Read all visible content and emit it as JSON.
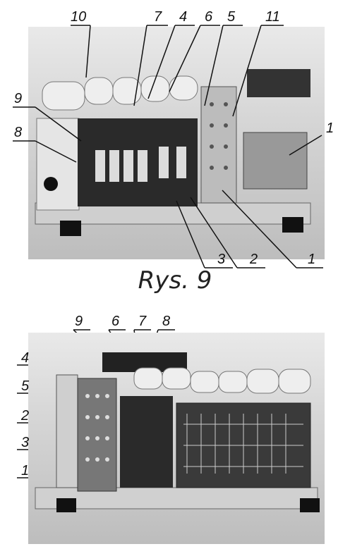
{
  "figure_caption": "Rys. 9",
  "top_photo": {
    "callouts": [
      "10",
      "7",
      "4",
      "6",
      "5",
      "11",
      "9",
      "8",
      "1",
      "3",
      "2",
      "1"
    ]
  },
  "bottom_photo": {
    "callouts": [
      "9",
      "6",
      "7",
      "8",
      "4",
      "5",
      "2",
      "3",
      "1"
    ]
  }
}
